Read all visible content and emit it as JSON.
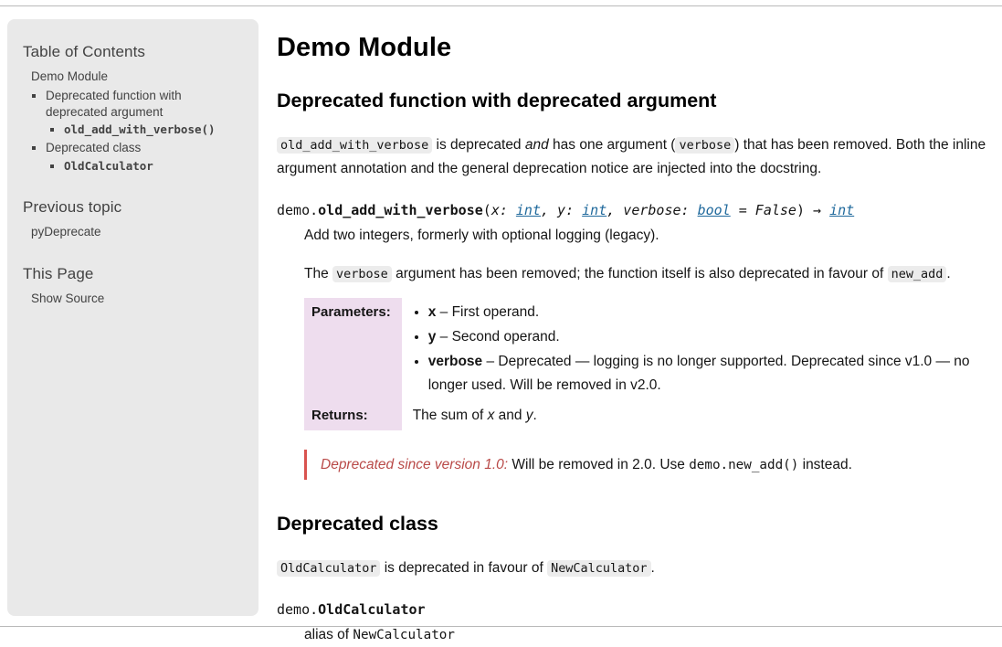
{
  "colors": {
    "link_blue": "#1f699c",
    "field_label_bg": "#eeddee",
    "deprecated_red": "#b94a48",
    "deprecated_border": "#d9534f",
    "sidebar_bg": "#e9e9e9",
    "inline_code_bg": "#ececec"
  },
  "sidebar": {
    "toc_heading": "Table of Contents",
    "toc_root": "Demo Module",
    "toc_item_1": "Deprecated function with deprecated argument",
    "toc_item_1_child": "old_add_with_verbose()",
    "toc_item_2": "Deprecated class",
    "toc_item_2_child": "OldCalculator",
    "prev_heading": "Previous topic",
    "prev_link": "pyDeprecate",
    "thispage_heading": "This Page",
    "source_link": "Show Source"
  },
  "main": {
    "h1": "Demo Module",
    "section_function": {
      "heading": "Deprecated function with deprecated argument",
      "intro_segments": [
        {
          "k": "code",
          "t": "old_add_with_verbose"
        },
        {
          "k": "t",
          "t": " is deprecated "
        },
        {
          "k": "em",
          "t": "and"
        },
        {
          "k": "t",
          "t": " has one argument ("
        },
        {
          "k": "code",
          "t": "verbose"
        },
        {
          "k": "t",
          "t": ") that has been removed. Both the inline argument annotation and the general deprecation notice are injected into the docstring."
        }
      ],
      "signature_segments": [
        {
          "k": "mono",
          "t": "demo."
        },
        {
          "k": "mono-b",
          "t": "old_add_with_verbose"
        },
        {
          "k": "mono",
          "t": "("
        },
        {
          "k": "mono-i",
          "t": "x: "
        },
        {
          "k": "link-mono-i",
          "t": "int"
        },
        {
          "k": "mono-i",
          "t": ", y: "
        },
        {
          "k": "link-mono-i",
          "t": "int"
        },
        {
          "k": "mono-i",
          "t": ", verbose: "
        },
        {
          "k": "link-mono-i",
          "t": "bool"
        },
        {
          "k": "mono-i",
          "t": " = False"
        },
        {
          "k": "mono",
          "t": ") → "
        },
        {
          "k": "link-mono-i",
          "t": "int"
        }
      ],
      "doc_line1": "Add two integers, formerly with optional logging (legacy).",
      "doc_line2_segments": [
        {
          "k": "t",
          "t": "The "
        },
        {
          "k": "code",
          "t": "verbose"
        },
        {
          "k": "t",
          "t": " argument has been removed; the function itself is also deprecated in favour of "
        },
        {
          "k": "code",
          "t": "new_add"
        },
        {
          "k": "t",
          "t": "."
        }
      ],
      "field_list": {
        "parameters_label": "Parameters:",
        "parameters_items": [
          [
            {
              "k": "b",
              "t": "x"
            },
            {
              "k": "t",
              "t": " – First operand."
            }
          ],
          [
            {
              "k": "b",
              "t": "y"
            },
            {
              "k": "t",
              "t": " – Second operand."
            }
          ],
          [
            {
              "k": "b",
              "t": "verbose"
            },
            {
              "k": "t",
              "t": " – Deprecated — logging is no longer supported. Deprecated since v1.0 — no longer used. Will be removed in v2.0."
            }
          ]
        ],
        "returns_label": "Returns:",
        "returns_segments": [
          {
            "k": "t",
            "t": "The sum of "
          },
          {
            "k": "em",
            "t": "x"
          },
          {
            "k": "t",
            "t": " and "
          },
          {
            "k": "em",
            "t": "y"
          },
          {
            "k": "t",
            "t": "."
          }
        ]
      },
      "deprecated_segments": [
        {
          "k": "em-red",
          "t": "Deprecated since version 1.0: "
        },
        {
          "k": "t",
          "t": "Will be removed in 2.0. Use "
        },
        {
          "k": "mono",
          "t": "demo.new_add()"
        },
        {
          "k": "t",
          "t": " instead."
        }
      ]
    },
    "section_class": {
      "heading": "Deprecated class",
      "intro_segments": [
        {
          "k": "code",
          "t": "OldCalculator"
        },
        {
          "k": "t",
          "t": " is deprecated in favour of "
        },
        {
          "k": "code",
          "t": "NewCalculator"
        },
        {
          "k": "t",
          "t": "."
        }
      ],
      "signature_segments": [
        {
          "k": "mono",
          "t": "demo."
        },
        {
          "k": "mono-b",
          "t": "OldCalculator"
        }
      ],
      "alias_segments": [
        {
          "k": "t",
          "t": "alias of "
        },
        {
          "k": "mono",
          "t": "NewCalculator"
        }
      ]
    }
  }
}
